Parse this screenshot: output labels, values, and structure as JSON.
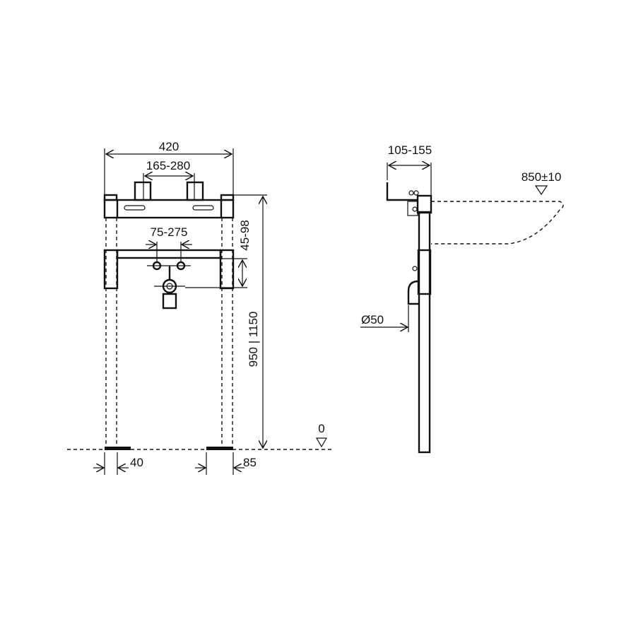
{
  "front_view": {
    "width_total": "420",
    "valve_spacing": "165-280",
    "connection_spacing": "75-275",
    "height_offset": "45-98",
    "frame_height": "950 | 1150",
    "foot_width": "40",
    "foot_offset": "85",
    "floor_level": "0"
  },
  "side_view": {
    "depth": "105-155",
    "basin_height": "850±10",
    "drain_diameter": "Ø50"
  }
}
